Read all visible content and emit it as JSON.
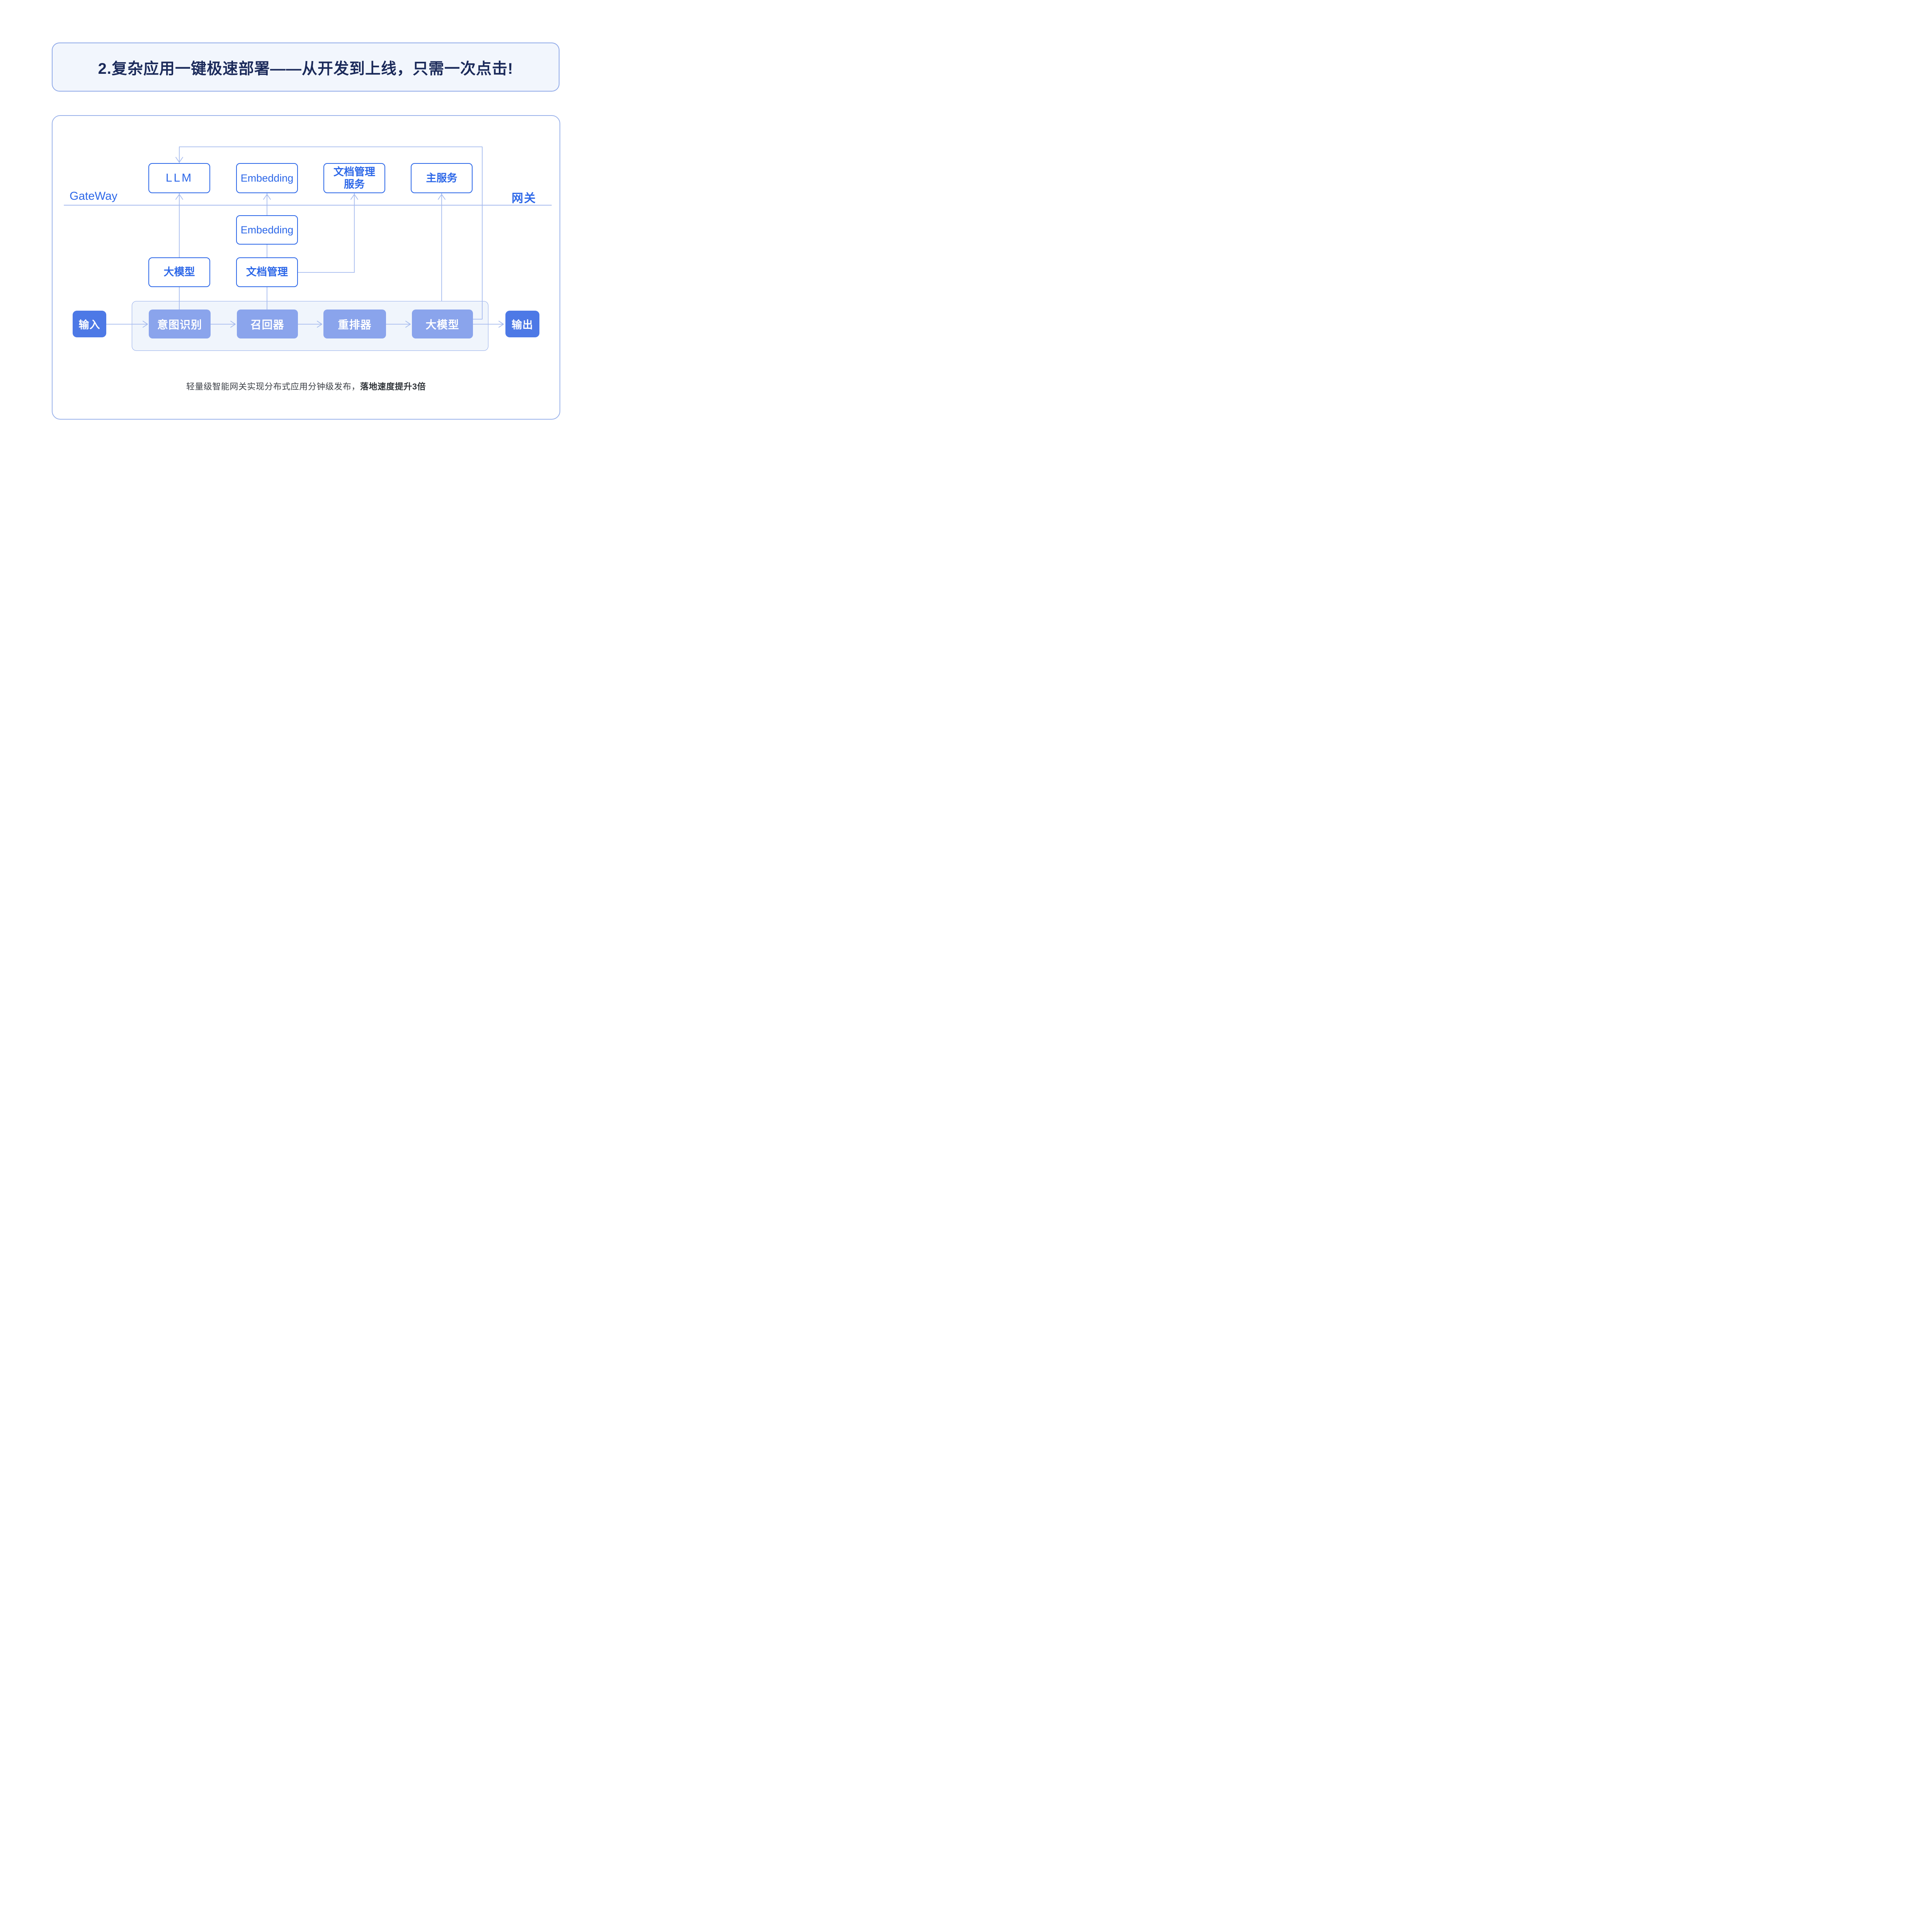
{
  "title": "2.复杂应用一键极速部署——从开发到上线，只需一次点击!",
  "gateway": {
    "left_label": "GateWay",
    "right_label": "网关"
  },
  "top_services": [
    {
      "label": "LLM"
    },
    {
      "label": "Embedding"
    },
    {
      "label": "文档管理服务"
    },
    {
      "label": "主服务"
    }
  ],
  "middle_services": [
    {
      "label": "Embedding"
    },
    {
      "label": "大模型"
    },
    {
      "label": "文档管理"
    }
  ],
  "pipeline": {
    "input_label": "输入",
    "stages": [
      {
        "label": "意图识别"
      },
      {
        "label": "召回器"
      },
      {
        "label": "重排器"
      },
      {
        "label": "大模型"
      }
    ],
    "output_label": "输出"
  },
  "caption": {
    "text_regular": "轻量级智能网关实现分布式应用分钟级发布，",
    "text_bold": "落地速度提升3倍"
  },
  "colors": {
    "accent": "#2C67E8",
    "line": "#A6BBEE",
    "nodeFill": "#8AA4EC",
    "ioFill": "#4D79E6",
    "groupBg": "#F0F5FC",
    "groupBorder": "#8FA9E8",
    "panelBorder": "#9AB2EA",
    "bannerBg": "#F2F6FD",
    "bannerBorder": "#8FA9E8",
    "titleText": "#1B2A5A",
    "captionText": "#3D4147"
  }
}
